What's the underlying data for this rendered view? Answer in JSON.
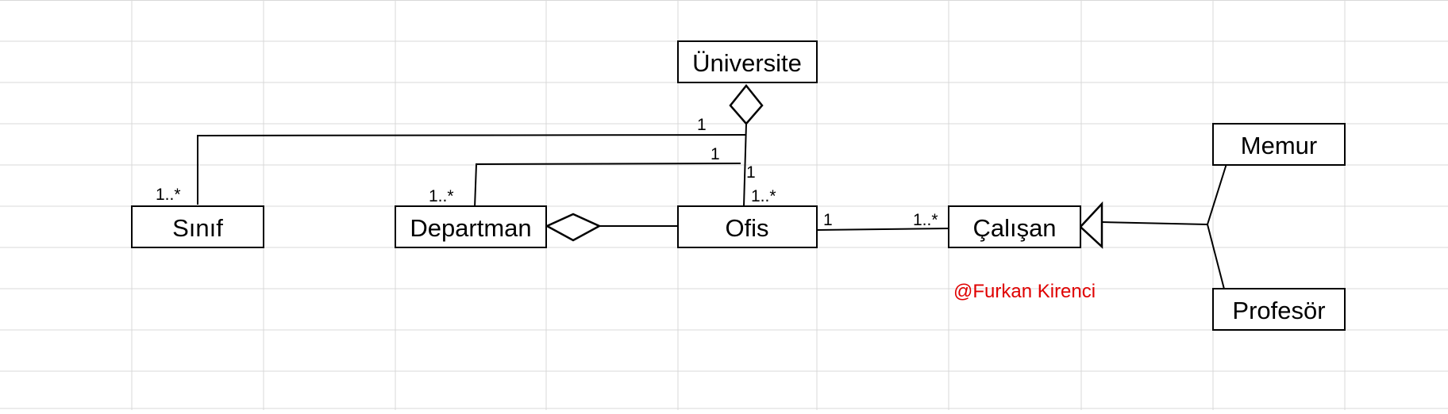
{
  "diagram": {
    "classes": {
      "universite": "Üniversite",
      "sinif": "Sınıf",
      "departman": "Departman",
      "ofis": "Ofis",
      "calisan": "Çalışan",
      "memur": "Memur",
      "profesor": "Profesör"
    },
    "multiplicities": {
      "uni_sinif_top": "1",
      "uni_sinif_bottom": "1..*",
      "uni_dep_top": "1",
      "uni_dep_bottom": "1..*",
      "uni_ofis_top": "1",
      "uni_ofis_bottom": "1..*",
      "ofis_calisan_left": "1",
      "ofis_calisan_right": "1..*"
    },
    "watermark": "@Furkan Kirenci"
  },
  "colors": {
    "line": "#000000",
    "grid": "#d9d9d9",
    "watermark": "#e00000",
    "background": "#ffffff"
  }
}
